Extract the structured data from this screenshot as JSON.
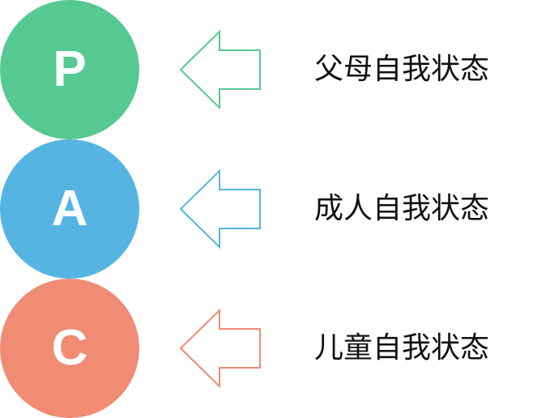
{
  "items": [
    {
      "letter": "P",
      "label": "父母自我状态",
      "color": "#56C992"
    },
    {
      "letter": "A",
      "label": "成人自我状态",
      "color": "#56B4E3"
    },
    {
      "letter": "C",
      "label": "儿童自我状态",
      "color": "#F08B74"
    }
  ]
}
